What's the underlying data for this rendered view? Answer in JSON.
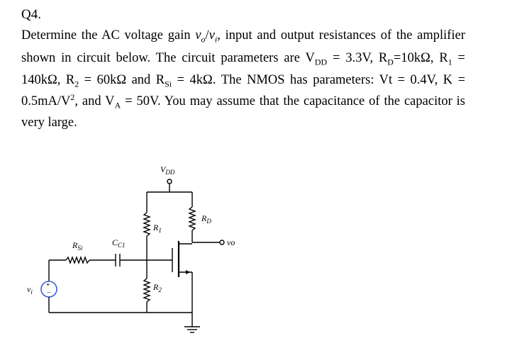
{
  "question": {
    "number": "Q4.",
    "lines": {
      "l1": {
        "a": "Determine the AC voltage gain ",
        "v": "v",
        "o": "o",
        "slash": "/",
        "v2": "v",
        "i": "i",
        ", input and output resistances of the amplifier": ", input and output resistances of the amplifier"
      },
      "l2": {
        "a": "shown in circuit below. The circuit parameters are V",
        "dd": "DD",
        "b": " = 3.3V, R",
        "d": "D",
        "c": "=10kΩ, R",
        "one": "1",
        "d2": " ="
      },
      "l3": {
        "a": "140kΩ, R",
        "two": "2",
        "b": " = 60kΩ and R",
        "si": "Si",
        "c": " = 4kΩ. The NMOS has parameters: Vt = 0.4V, K ="
      },
      "l4": {
        "a": "0.5mA/V",
        "sq": "2",
        "b": ", and V",
        "A": "A",
        "c": " = 50V. You may assume that the capacitance of the capacitor is"
      },
      "l5": "very large."
    }
  },
  "circuit": {
    "vdd_label": "V",
    "vdd_sub": "DD",
    "rd_label": "R",
    "rd_sub": "D",
    "r1_label": "R",
    "r1_sub": "1",
    "r2_label": "R",
    "r2_sub": "2",
    "rsi_label": "R",
    "rsi_sub": "Si",
    "cc_label": "C",
    "cc_sub": "C1",
    "vo_label": "vo",
    "vi_label": "v",
    "vi_sub": "i",
    "source_plus": "+",
    "source_minus": "−"
  }
}
